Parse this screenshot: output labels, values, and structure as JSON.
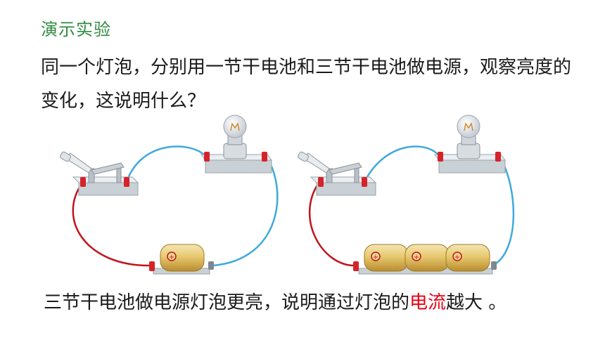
{
  "heading": "演示实验",
  "question": "同一个灯泡，分别用一节干电池和三节干电池做电源，观察亮度的变化，这说明什么？",
  "conclusion": {
    "before": "三节干电池做电源灯泡更亮，说明通过灯泡的",
    "highlight": "电流",
    "after": "越大 。"
  },
  "colors": {
    "heading": "#2e8b3e",
    "highlight": "#e60012",
    "wire_red": "#c0141c",
    "wire_blue": "#3fa9dd"
  },
  "circuits": [
    {
      "name": "one-battery-circuit",
      "battery_cells": 1
    },
    {
      "name": "three-battery-circuit",
      "battery_cells": 3
    }
  ]
}
